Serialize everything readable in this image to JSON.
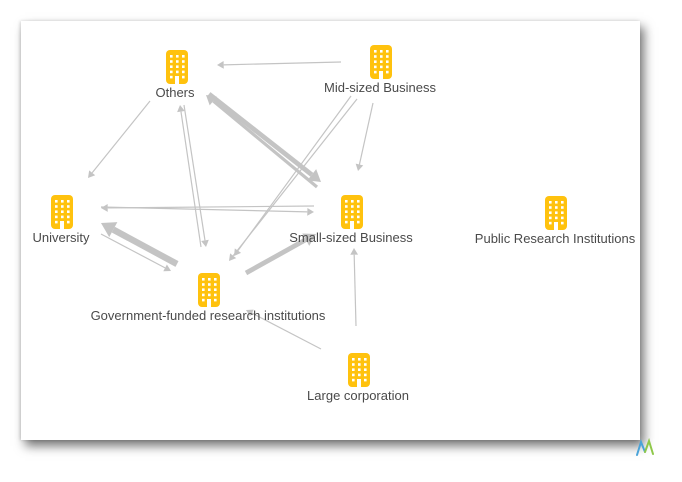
{
  "colors": {
    "node": "#ffc20e",
    "node_window": "#ffffff",
    "edge": "#c4c4c4",
    "label": "#4a4a4a",
    "logo_a": "#4aa3d8",
    "logo_b": "#8fc84a"
  },
  "icon": "building-icon",
  "nodes": [
    {
      "id": "others",
      "label": "Others"
    },
    {
      "id": "mid",
      "label": "Mid-sized Business"
    },
    {
      "id": "university",
      "label": "University"
    },
    {
      "id": "small",
      "label": "Small-sized Business"
    },
    {
      "id": "public",
      "label": "Public Research Institutions"
    },
    {
      "id": "gov",
      "label": "Government-funded research institutions"
    },
    {
      "id": "large",
      "label": "Large corporation"
    }
  ],
  "edges": [
    {
      "from": "mid",
      "to": "others",
      "weight": 1
    },
    {
      "from": "others",
      "to": "university",
      "weight": 1
    },
    {
      "from": "others",
      "to": "small",
      "weight": 3
    },
    {
      "from": "small",
      "to": "others",
      "weight": 2
    },
    {
      "from": "others",
      "to": "gov",
      "weight": 1
    },
    {
      "from": "gov",
      "to": "others",
      "weight": 1
    },
    {
      "from": "mid",
      "to": "small",
      "weight": 1
    },
    {
      "from": "mid",
      "to": "gov",
      "weight": 1
    },
    {
      "from": "small",
      "to": "gov",
      "weight": 1
    },
    {
      "from": "university",
      "to": "small",
      "weight": 1
    },
    {
      "from": "small",
      "to": "university",
      "weight": 1
    },
    {
      "from": "gov",
      "to": "university",
      "weight": 4
    },
    {
      "from": "university",
      "to": "gov",
      "weight": 1
    },
    {
      "from": "gov",
      "to": "small",
      "weight": 3
    },
    {
      "from": "large",
      "to": "small",
      "weight": 1
    },
    {
      "from": "large",
      "to": "gov",
      "weight": 1
    }
  ]
}
